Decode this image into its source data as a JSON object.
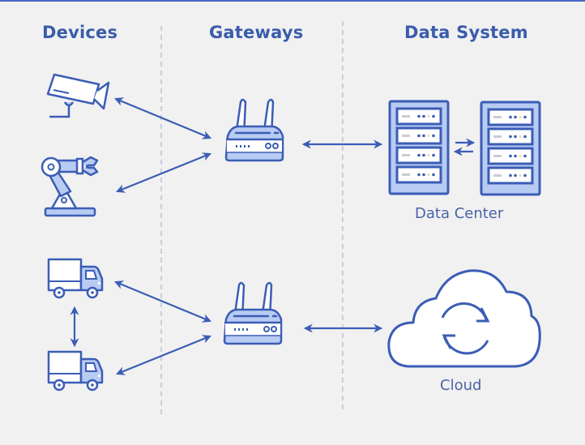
{
  "columns": [
    {
      "id": "devices",
      "label": "Devices"
    },
    {
      "id": "gateways",
      "label": "Gateways"
    },
    {
      "id": "data-system",
      "label": "Data System"
    }
  ],
  "devices": [
    {
      "id": "security-camera",
      "icon": "security-camera-icon"
    },
    {
      "id": "robot-arm",
      "icon": "robot-arm-icon"
    },
    {
      "id": "truck-1",
      "icon": "truck-icon"
    },
    {
      "id": "truck-2",
      "icon": "truck-icon"
    }
  ],
  "gateways": [
    {
      "id": "gateway-1",
      "icon": "router-icon"
    },
    {
      "id": "gateway-2",
      "icon": "router-icon"
    }
  ],
  "data_system": {
    "data_center": {
      "label": "Data Center",
      "icon": "server-rack-icon"
    },
    "cloud": {
      "label": "Cloud",
      "icon": "cloud-sync-icon"
    }
  },
  "connections": [
    {
      "from": "security-camera",
      "to": "gateway-1",
      "type": "bidirectional"
    },
    {
      "from": "robot-arm",
      "to": "gateway-1",
      "type": "bidirectional"
    },
    {
      "from": "gateway-1",
      "to": "data-center",
      "type": "bidirectional"
    },
    {
      "from": "truck-1",
      "to": "gateway-2",
      "type": "bidirectional"
    },
    {
      "from": "truck-2",
      "to": "gateway-2",
      "type": "bidirectional"
    },
    {
      "from": "truck-1",
      "to": "truck-2",
      "type": "bidirectional"
    },
    {
      "from": "gateway-2",
      "to": "cloud",
      "type": "bidirectional"
    },
    {
      "from": "server-rack-1",
      "to": "server-rack-2",
      "type": "exchange"
    }
  ],
  "colors": {
    "primary": "#3b5db5",
    "fill_light": "#b8cbf2",
    "fill_white": "#ffffff",
    "divider": "#a9b7d4",
    "background": "#f1f1f1",
    "led_gray": "#c9ccd4",
    "led_yellow": "#e8d9a6"
  }
}
